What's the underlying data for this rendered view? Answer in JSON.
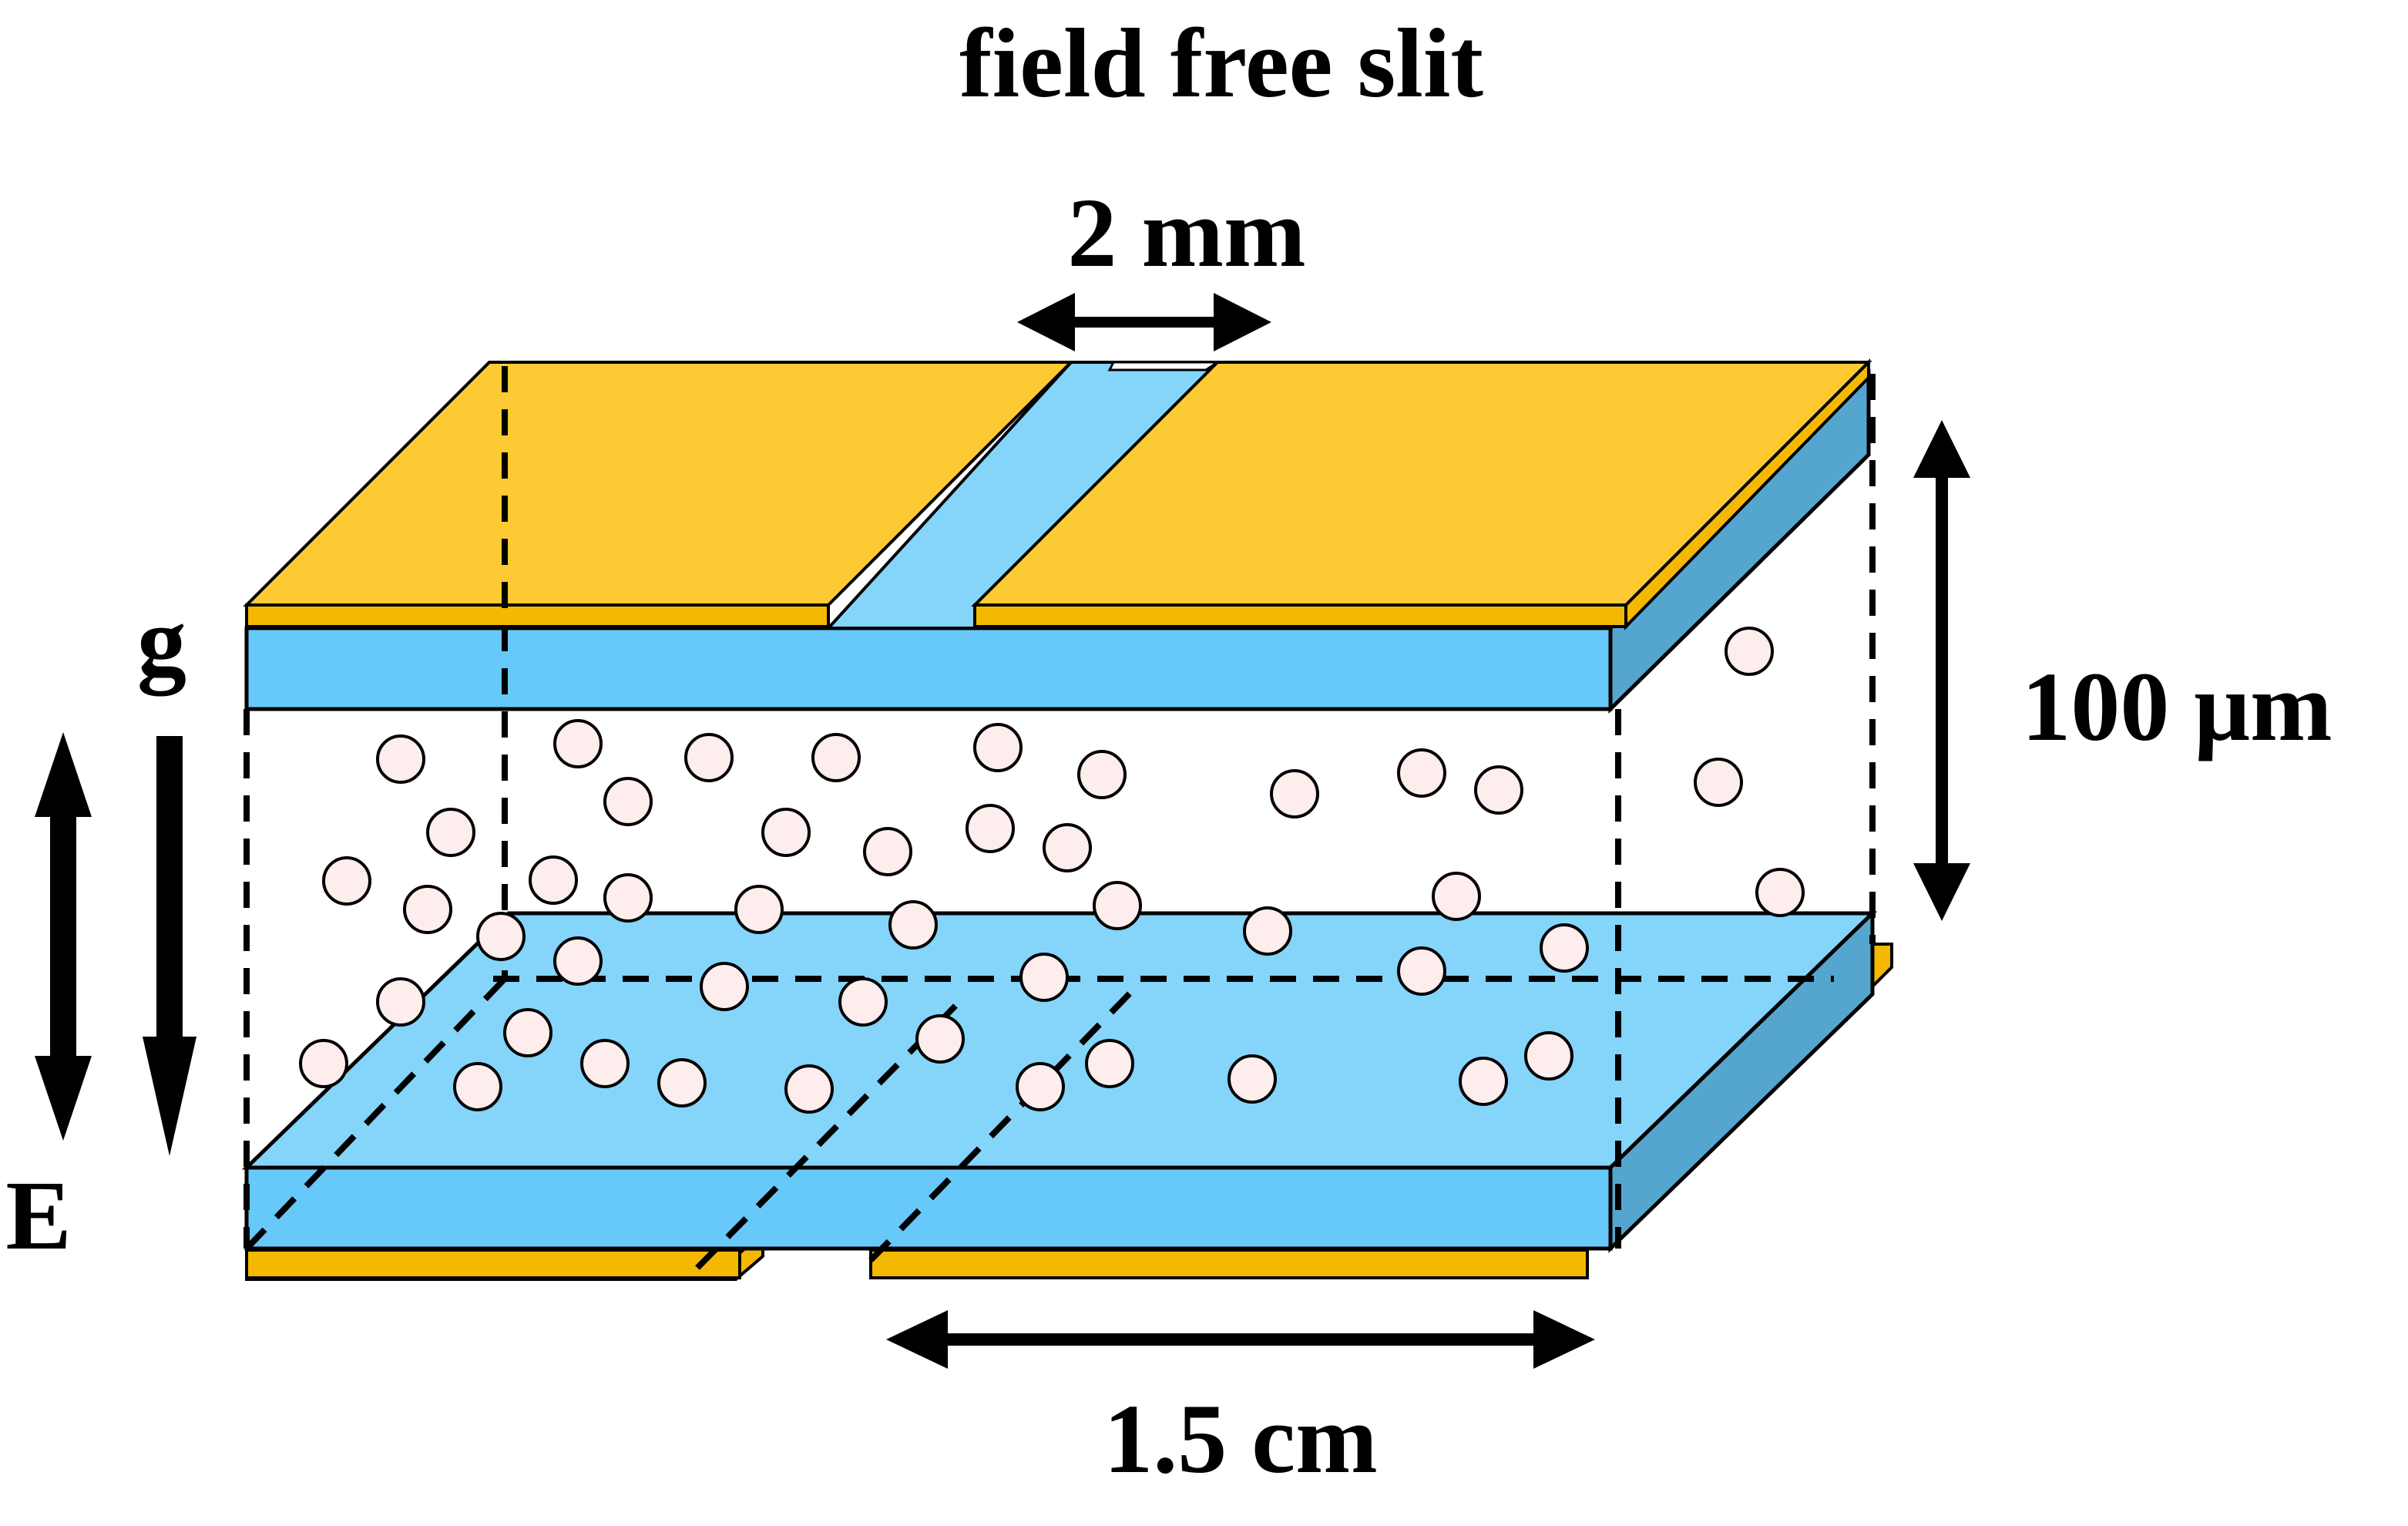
{
  "labels": {
    "title": "field free slit",
    "slit_width": "2 mm",
    "gap_height": "100 μm",
    "electrode_length": "1.5 cm",
    "gravity": "g",
    "field": "E"
  },
  "colors": {
    "electrode_gold": "#FDCA33",
    "electrode_gold_dark": "#F5B800",
    "glass_top": "#85D4FA",
    "glass_front": "#67C8FA",
    "glass_side": "#55A6CF",
    "particle_fill": "#FDEDEC",
    "particle_stroke": "#000000",
    "line": "#000000"
  }
}
